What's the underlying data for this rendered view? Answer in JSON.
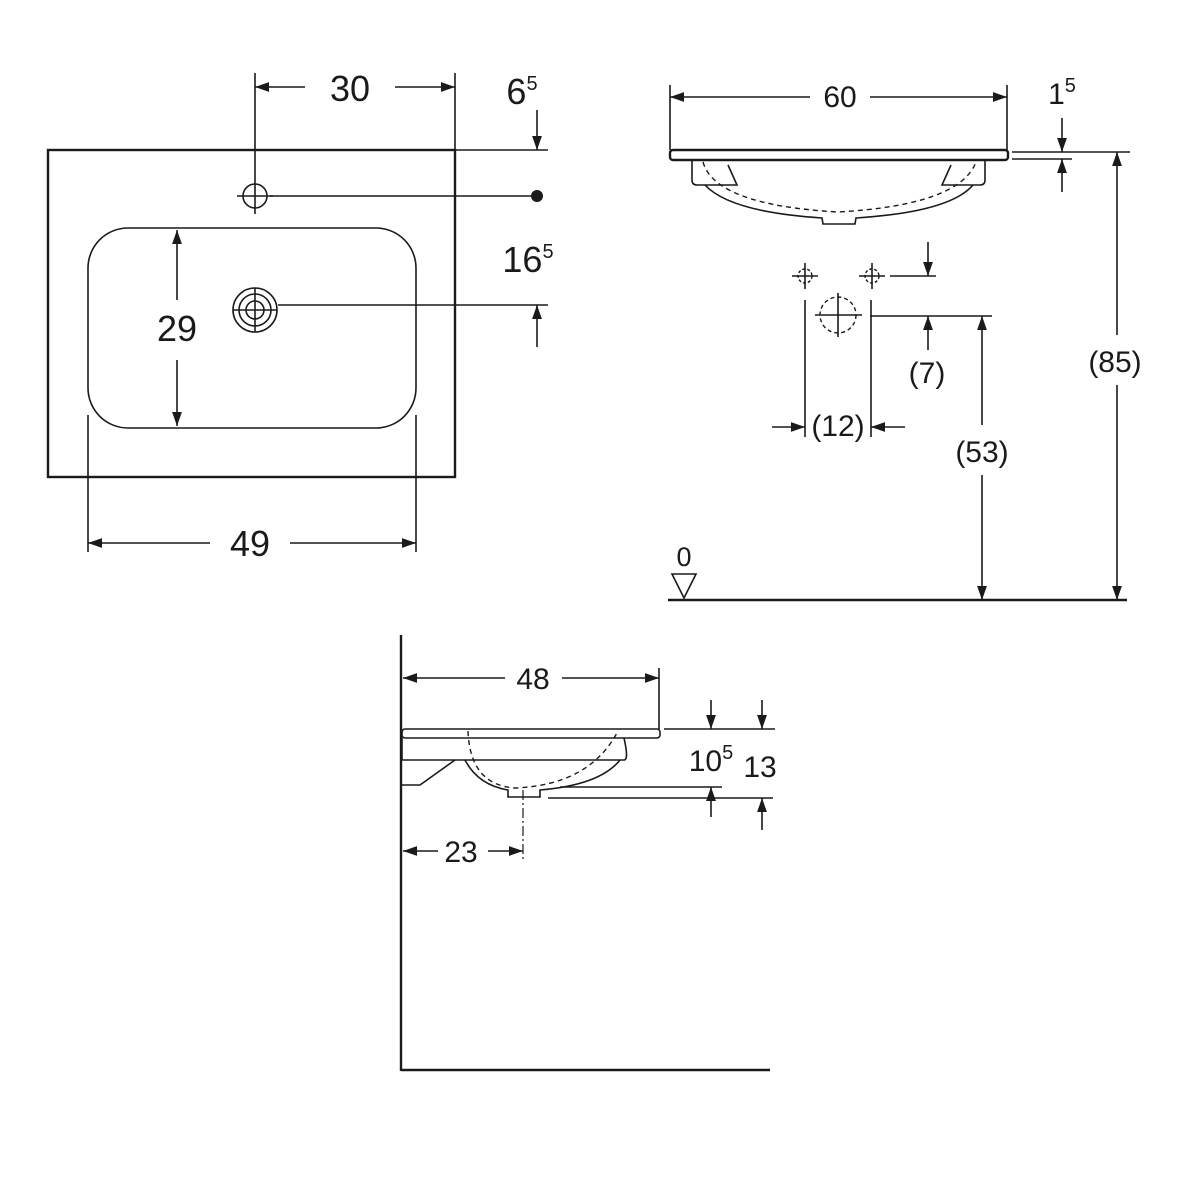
{
  "title": "Washbasin dimension drawing",
  "top_view": {
    "dim_tap_offset": "30",
    "dim_tap_from_edge": {
      "main": "6",
      "sup": "5"
    },
    "dim_drain_from_edge": {
      "main": "16",
      "sup": "5"
    },
    "dim_bowl_depth": "29",
    "dim_bowl_width": "49"
  },
  "front_view": {
    "dim_width": "60",
    "dim_rim_thickness": {
      "main": "1",
      "sup": "5"
    },
    "dim_trap_offset": "(7)",
    "dim_supply_spacing": "(12)",
    "dim_drain_height": "(53)",
    "dim_total_height": "(85)",
    "floor_level": "0"
  },
  "side_view": {
    "dim_depth": "48",
    "dim_bowl_depth": {
      "main": "10",
      "sup": "5"
    },
    "dim_overall_depth": "13",
    "dim_drain_from_wall": "23"
  }
}
